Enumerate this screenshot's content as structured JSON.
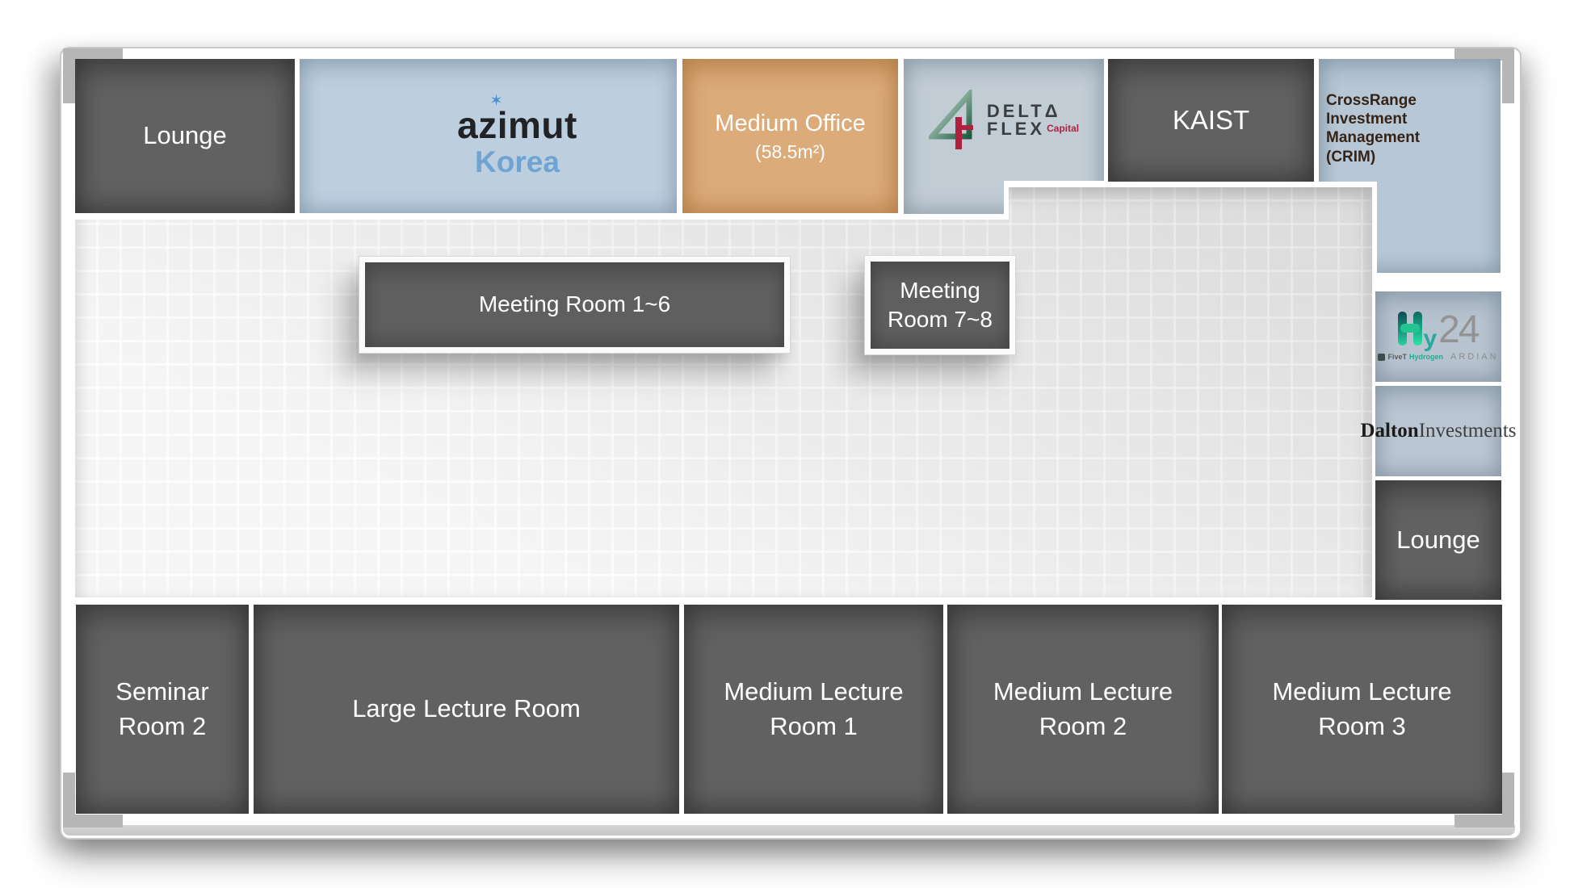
{
  "colors": {
    "dark_room": "#616161",
    "tan_room": "#dcab7a",
    "blue_azimut": "#bdcfdf",
    "blue_deltaflex": "#c2ccd5",
    "blue_crim": "#b7c7d5",
    "blue_hy24": "#b7c3cf",
    "blue_dalton": "#bac6d2",
    "floor": "#e9e9e9",
    "frame_gray": "#c8c8c8",
    "bracket_gray": "#b6b6b6",
    "azimut_blue": "#6fa3d2",
    "azimut_star_blue": "#4e8fd0",
    "deltaflex_crimson": "#b22040",
    "deltaflex_green": "#1d5b43",
    "hy24_teal": "#1fae8e",
    "crim_text_brown": "#352317"
  },
  "rooms": {
    "lounge_top": {
      "label": "Lounge"
    },
    "azimut": {
      "star": "✶",
      "brand": "azimut",
      "country": "Korea"
    },
    "medium_office": {
      "name": "Medium Office",
      "area": "(58.5m²)"
    },
    "delta_flex": {
      "word1": "DELT",
      "a_glyph": "Δ",
      "word2": "FLEX",
      "suffix": "Capital"
    },
    "kaist": {
      "label": "KAIST"
    },
    "crim": {
      "line1": "CrossRange",
      "line2": "Investment Management",
      "line3": "(CRIM)"
    },
    "hy24": {
      "y": "y",
      "num": "24",
      "fivet": "FiveT",
      "hydrogen": "Hydrogen",
      "ardian": "ARDIAN"
    },
    "dalton": {
      "bold": "Dalton",
      "rest": "Investments"
    },
    "lounge_right": {
      "label": "Lounge"
    },
    "meeting_1_6": {
      "label": "Meeting Room 1~6"
    },
    "meeting_7_8": {
      "line1": "Meeting",
      "line2": "Room 7~8"
    },
    "seminar_2": {
      "line1": "Seminar",
      "line2": "Room 2"
    },
    "large_lecture": {
      "label": "Large Lecture Room"
    },
    "medium_lecture_1": {
      "line1": "Medium Lecture",
      "line2": "Room 1"
    },
    "medium_lecture_2": {
      "line1": "Medium Lecture",
      "line2": "Room 2"
    },
    "medium_lecture_3": {
      "line1": "Medium Lecture",
      "line2": "Room 3"
    }
  }
}
